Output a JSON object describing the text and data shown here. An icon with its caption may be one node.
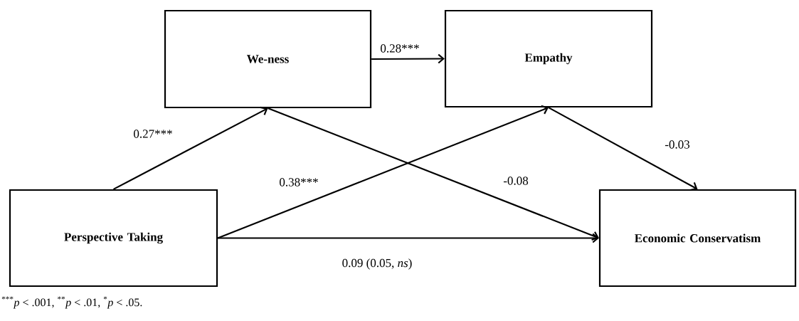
{
  "diagram": {
    "nodes": [
      {
        "text": [
          "We-ness"
        ]
      },
      {
        "text": [
          "Empathy"
        ]
      },
      {
        "text": [
          "Perspective Taking"
        ]
      },
      {
        "text": [
          "Economic Conservatism"
        ]
      }
    ],
    "edges": [
      {
        "from": 2,
        "to": 0,
        "arrow": "to",
        "label": "0.27***"
      },
      {
        "from": 0,
        "to": 1,
        "arrow": "to",
        "label": "0.28***"
      },
      {
        "from": 2,
        "to": 1,
        "arrow": "to",
        "label": "0.38***"
      },
      {
        "from": 0,
        "to": 3,
        "arrow": "to",
        "label": "-0.08"
      },
      {
        "from": 1,
        "to": 3,
        "arrow": "to",
        "label": "-0.03"
      },
      {
        "from": 2,
        "to": 3,
        "arrow": "to",
        "label": "0.09 (0.05, *ns*)"
      }
    ],
    "labels": [
      "$^{***}$*p* < .001, $^{**}$*p* < .01, $^{*}$*p* < .05."
    ]
  }
}
